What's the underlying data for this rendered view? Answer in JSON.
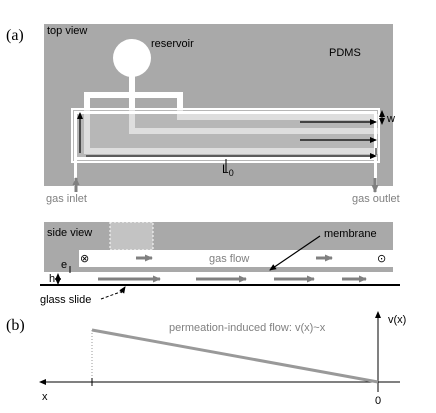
{
  "panel_a": {
    "label": "(a)",
    "top_view": {
      "title": "top view",
      "reservoir_label": "reservoir",
      "material_label": "PDMS",
      "width_symbol": "w",
      "length_symbol": "L",
      "length_subscript": "0",
      "inlet_label": "gas inlet",
      "outlet_label": "gas outlet"
    },
    "side_view": {
      "title": "side view",
      "flow_label": "gas flow",
      "membrane_label": "membrane",
      "membrane_thickness_symbol": "e",
      "height_symbol": "h",
      "substrate_label": "glass slide",
      "flow_in_symbol": "⊗",
      "flow_out_symbol": "⊙"
    }
  },
  "panel_b": {
    "label": "(b)",
    "annotation": "permeation-induced flow: v(x)~x",
    "y_axis_label": "v(x)",
    "x_axis_label": "x",
    "origin_label": "0"
  },
  "colors": {
    "pdms": "#a9a9a9",
    "channel": "#ffffff",
    "membrane_region": "#c3c3c3",
    "flow_arrow": "#808080",
    "line": "#000000"
  }
}
